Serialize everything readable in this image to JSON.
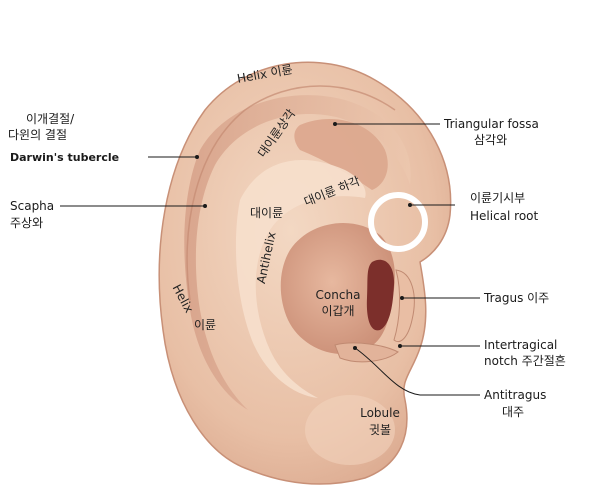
{
  "colors": {
    "skin": "#e9c3a9",
    "skin_light": "#f4dcc8",
    "skin_shadow": "#cf9c83",
    "skin_deep": "#b47865",
    "canal": "#7c2f2b",
    "leader": "#1a1a1a",
    "highlight_ring": "#ffffff"
  },
  "labels": {
    "darwin_kr_1": "이개결절/",
    "darwin_kr_2": "다윈의 결절",
    "darwin_en": "Darwin's tubercle",
    "scapha_en": "Scapha",
    "scapha_kr": "주상와",
    "triangular_en": "Triangular fossa",
    "triangular_kr": "삼각와",
    "helical_root_kr": "이륜기시부",
    "helical_root_en": "Helical root",
    "tragus": "Tragus 이주",
    "intertragical_1": "Intertragical",
    "intertragical_2": "notch 주간절흔",
    "antitragus_en": "Antitragus",
    "antitragus_kr": "대주"
  },
  "on_ear": {
    "helix_top": "Helix 이륜",
    "antihelix_upper_crus": "대이륜상각",
    "antihelix_lower_crus": "대이륜 하각",
    "antihelix_kr": "대이륜",
    "antihelix_en": "Antihelix",
    "helix_side_en": "Helix",
    "helix_side_kr": "이륜",
    "concha_en": "Concha",
    "concha_kr": "이갑개",
    "lobule_en": "Lobule",
    "lobule_kr": "귓볼"
  }
}
